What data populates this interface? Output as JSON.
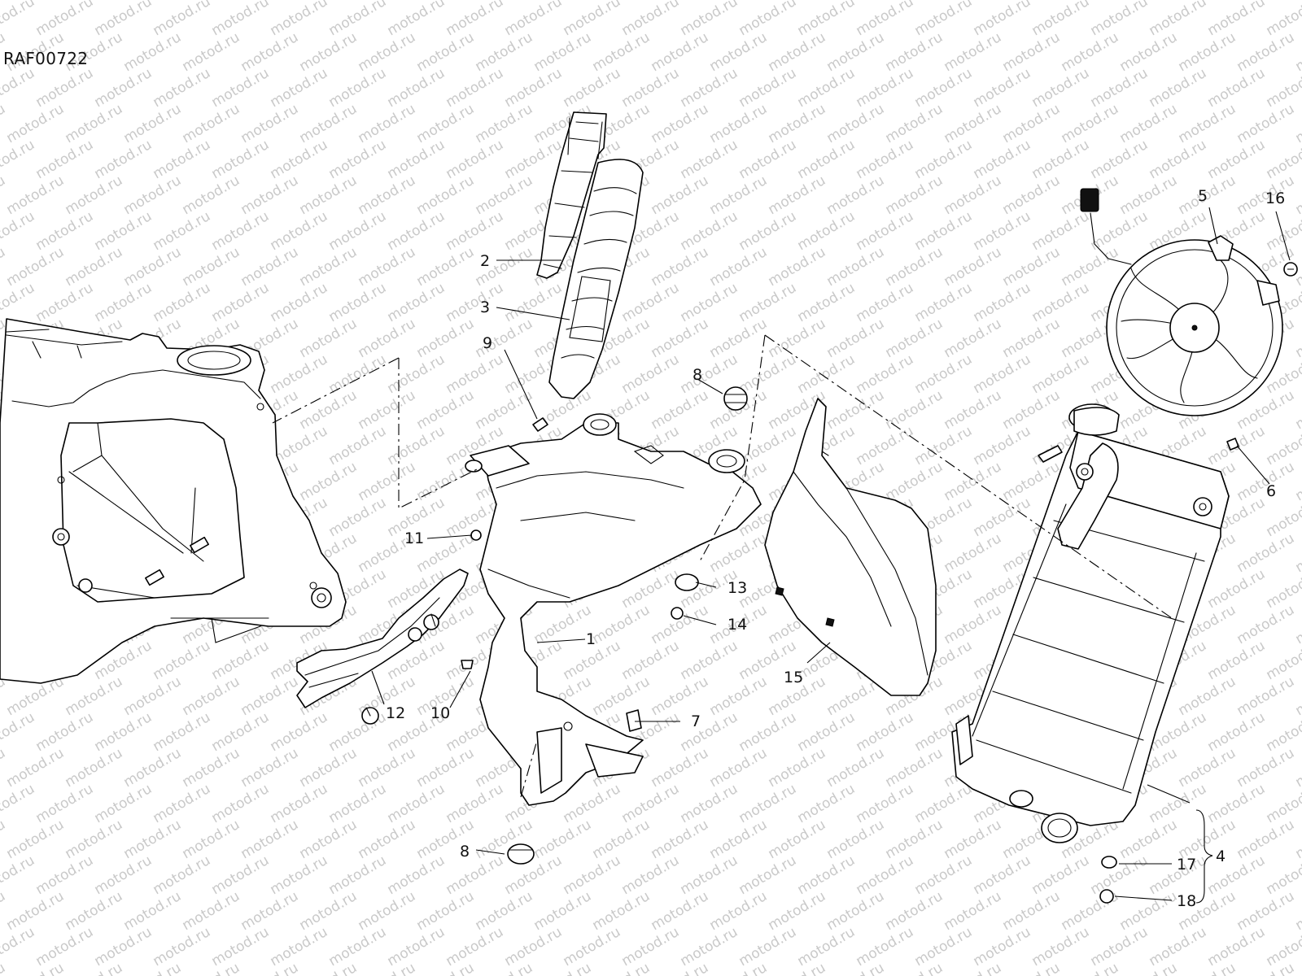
{
  "diagram": {
    "drawing_code": "RAF00722",
    "watermark_text": "motod.ru",
    "callouts": [
      "1",
      "2",
      "3",
      "4",
      "5",
      "6",
      "7",
      "8",
      "8",
      "9",
      "10",
      "11",
      "12",
      "13",
      "14",
      "15",
      "16",
      "17",
      "18"
    ],
    "line_color": "#000000",
    "watermark_color": "#c9c9c9",
    "background_color": "#ffffff"
  }
}
